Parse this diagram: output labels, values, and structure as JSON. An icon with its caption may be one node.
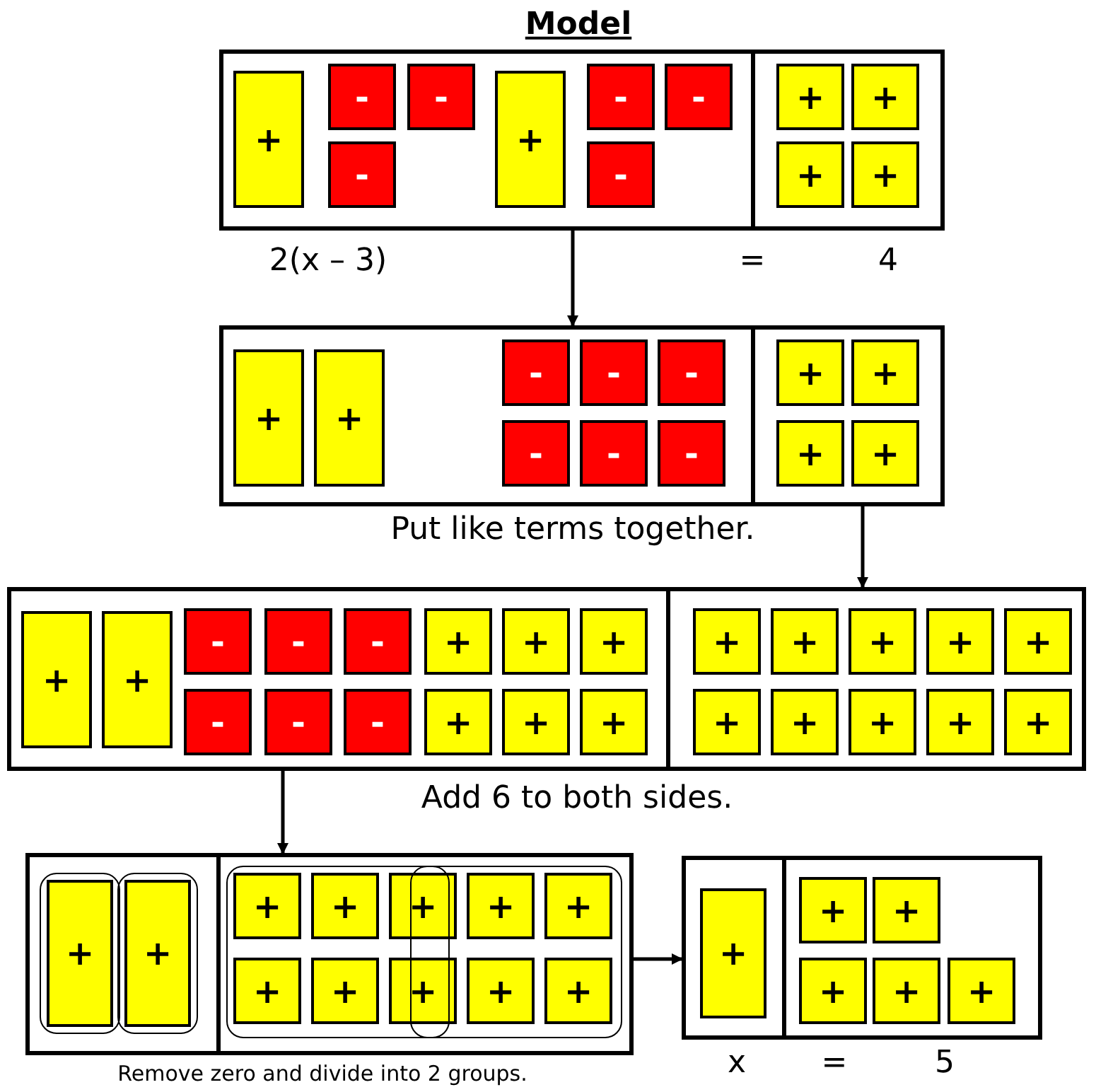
{
  "diagram": {
    "title": "Model",
    "nodes": [
      {
        "text": [],
        "shape": "box"
      },
      {
        "text": [
          "+"
        ],
        "in": 0
      },
      {
        "text": [
          "-"
        ],
        "in": 0
      },
      {
        "text": [
          "-"
        ],
        "in": 0
      },
      {
        "text": [
          "-"
        ],
        "in": 0
      },
      {
        "text": [
          "+"
        ],
        "in": 0
      },
      {
        "text": [
          "-"
        ],
        "in": 0
      },
      {
        "text": [
          "-"
        ],
        "in": 0
      },
      {
        "text": [
          "-"
        ],
        "in": 0
      },
      {
        "text": [
          "+"
        ],
        "in": 0
      },
      {
        "text": [
          "+"
        ],
        "in": 0
      },
      {
        "text": [
          "+"
        ],
        "in": 0
      },
      {
        "text": [
          "+"
        ],
        "in": 0
      },
      {
        "text": [],
        "shape": "box"
      },
      {
        "text": [
          "+"
        ],
        "in": 13
      },
      {
        "text": [
          "+"
        ],
        "in": 13
      },
      {
        "text": [
          "-"
        ],
        "in": 13
      },
      {
        "text": [
          "-"
        ],
        "in": 13
      },
      {
        "text": [
          "-"
        ],
        "in": 13
      },
      {
        "text": [
          "-"
        ],
        "in": 13
      },
      {
        "text": [
          "-"
        ],
        "in": 13
      },
      {
        "text": [
          "-"
        ],
        "in": 13
      },
      {
        "text": [
          "+"
        ],
        "in": 13
      },
      {
        "text": [
          "+"
        ],
        "in": 13
      },
      {
        "text": [
          "+"
        ],
        "in": 13
      },
      {
        "text": [
          "+"
        ],
        "in": 13
      },
      {
        "text": [],
        "shape": "box"
      },
      {
        "text": [
          "+"
        ],
        "in": 26
      },
      {
        "text": [
          "+"
        ],
        "in": 26
      },
      {
        "text": [
          "-"
        ],
        "in": 26
      },
      {
        "text": [
          "-"
        ],
        "in": 26
      },
      {
        "text": [
          "-"
        ],
        "in": 26
      },
      {
        "text": [
          "+"
        ],
        "in": 26
      },
      {
        "text": [
          "+"
        ],
        "in": 26
      },
      {
        "text": [
          "+"
        ],
        "in": 26
      },
      {
        "text": [
          "-"
        ],
        "in": 26
      },
      {
        "text": [
          "-"
        ],
        "in": 26
      },
      {
        "text": [
          "-"
        ],
        "in": 26
      },
      {
        "text": [
          "+"
        ],
        "in": 26
      },
      {
        "text": [
          "+"
        ],
        "in": 26
      },
      {
        "text": [
          "+"
        ],
        "in": 26
      },
      {
        "text": [
          "+"
        ],
        "in": 26
      },
      {
        "text": [
          "+"
        ],
        "in": 26
      },
      {
        "text": [
          "+"
        ],
        "in": 26
      },
      {
        "text": [
          "+"
        ],
        "in": 26
      },
      {
        "text": [
          "+"
        ],
        "in": 26
      },
      {
        "text": [
          "+"
        ],
        "in": 26
      },
      {
        "text": [
          "+"
        ],
        "in": 26
      },
      {
        "text": [
          "+"
        ],
        "in": 26
      },
      {
        "text": [
          "+"
        ],
        "in": 26
      },
      {
        "text": [
          "+"
        ],
        "in": 26
      },
      {
        "text": [],
        "shape": "box"
      },
      {
        "text": [
          "+"
        ],
        "in": 51
      },
      {
        "text": [
          "+"
        ],
        "in": 51
      },
      {
        "text": [
          "+"
        ],
        "in": 51
      },
      {
        "text": [
          "+"
        ],
        "in": 51
      },
      {
        "text": [
          "+"
        ],
        "in": 51
      },
      {
        "text": [
          "+"
        ],
        "in": 51
      },
      {
        "text": [
          "+"
        ],
        "in": 51
      },
      {
        "text": [
          "+"
        ],
        "in": 51
      },
      {
        "text": [
          "+"
        ],
        "in": 51
      },
      {
        "text": [
          "+"
        ],
        "in": 51
      },
      {
        "text": [
          "+"
        ],
        "in": 51
      },
      {
        "text": [
          "+"
        ],
        "in": 51
      },
      {
        "text": [],
        "shape": "box"
      },
      {
        "text": [
          "+"
        ],
        "in": 64
      },
      {
        "text": [
          "+"
        ],
        "in": 64
      },
      {
        "text": [
          "+"
        ],
        "in": 64
      },
      {
        "text": [
          "+"
        ],
        "in": 64
      },
      {
        "text": [
          "+"
        ],
        "in": 64
      },
      {
        "text": [
          "+"
        ],
        "in": 64
      }
    ],
    "edges": [
      {
        "from": 0,
        "to": 13,
        "arrow": "to"
      },
      {
        "from": 13,
        "to": 26,
        "arrow": "to"
      },
      {
        "from": 26,
        "to": 51,
        "arrow": "to"
      },
      {
        "from": 51,
        "to": 64,
        "arrow": "to"
      }
    ],
    "labels": [
      "2(x – 3)",
      "=",
      "4",
      "Put like terms together.",
      "Add 6 to both sides.",
      "Remove zero and divide into 2 groups.",
      "x",
      "=",
      "5"
    ]
  }
}
